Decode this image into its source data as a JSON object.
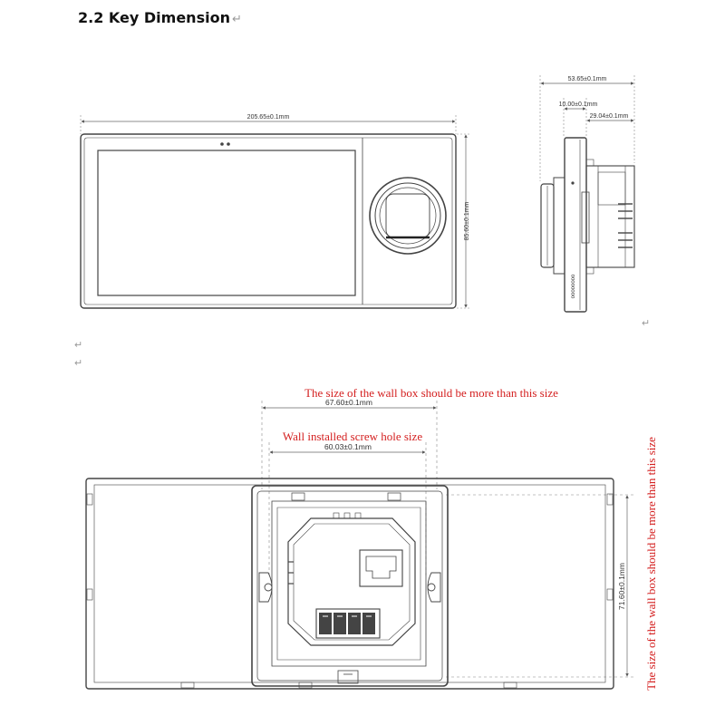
{
  "heading": {
    "title": "2.2 Key Dimension",
    "return_mark": "↵"
  },
  "paragraph_marks": [
    "↵",
    "↵",
    "↵"
  ],
  "front_view": {
    "width_label": "205.65±0.1mm",
    "height_label": "85.60±0.1mm"
  },
  "side_view": {
    "depth_total_label": "53.65±0.1mm",
    "front_depth_label": "10.00±0.1mm",
    "back_depth_label": "29.04±0.1mm",
    "vent_dots": "oooooooo"
  },
  "back_view": {
    "wall_box_note": "The size of the wall box should be more than this size",
    "wall_box_width_label": "67.60±0.1mm",
    "screw_hole_note": "Wall installed screw hole size",
    "screw_hole_label": "60.03±0.1mm",
    "wall_box_height_label": "71.60±0.1mm",
    "wall_box_height_note": "The size of the wall box should be more than this size"
  },
  "colors": {
    "note_red": "#d42020",
    "line": "#444444",
    "dim_line": "#666666"
  }
}
